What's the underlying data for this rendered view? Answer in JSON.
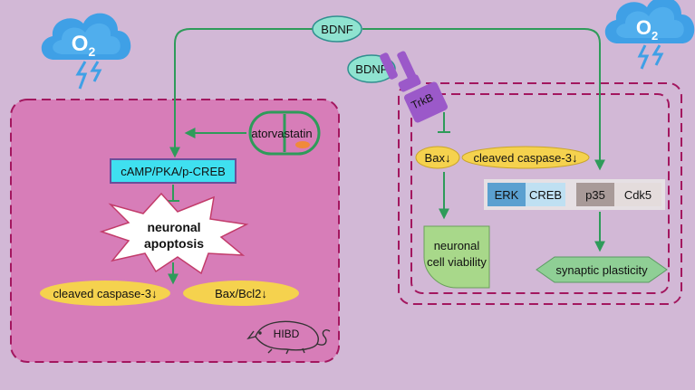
{
  "colors": {
    "background": "#d2b8d6",
    "left_panel_fill": "#d77db8",
    "dashed_border": "#a3175f",
    "arrow_green": "#2e9b5a",
    "oval_yellow": "#f5d24e",
    "bdnf_teal": "#8fe3d0",
    "cloud_blue": "#3fa0e6",
    "trkb_purple": "#9b59c9",
    "camp_cyan": "#3fe0f0",
    "erk_blue": "#5aa0d0",
    "creb_light": "#bfe0f2",
    "p35_grey": "#a89a98",
    "cdk5_light": "#e4dcdc",
    "viability_green": "#a8d88a",
    "synaptic_green": "#8fcf95"
  },
  "clouds": [
    {
      "label": "O",
      "subscript": "2",
      "icon": "storm-cloud-icon"
    },
    {
      "label": "O",
      "subscript": "2",
      "icon": "storm-cloud-icon"
    }
  ],
  "top": {
    "bdnf": "BDNF"
  },
  "left": {
    "drug": "atorvastatin",
    "pathway": "cAMP/PKA/p-CREB",
    "apoptosis_line1": "neuronal",
    "apoptosis_line2": "apoptosis",
    "caspase": "cleaved caspase-3↓",
    "bax_bcl2": "Bax/Bcl2↓",
    "model": "HIBD",
    "model_icon": "rat-icon"
  },
  "right": {
    "bdnf": "BDNF",
    "receptor": "TrkB",
    "bax": "Bax↓",
    "caspase": "cleaved caspase-3↓",
    "erk": "ERK",
    "creb": "CREB",
    "p35": "p35",
    "cdk5": "Cdk5",
    "viability_line1": "neuronal",
    "viability_line2": "cell viability",
    "synaptic": "synaptic plasticity"
  }
}
